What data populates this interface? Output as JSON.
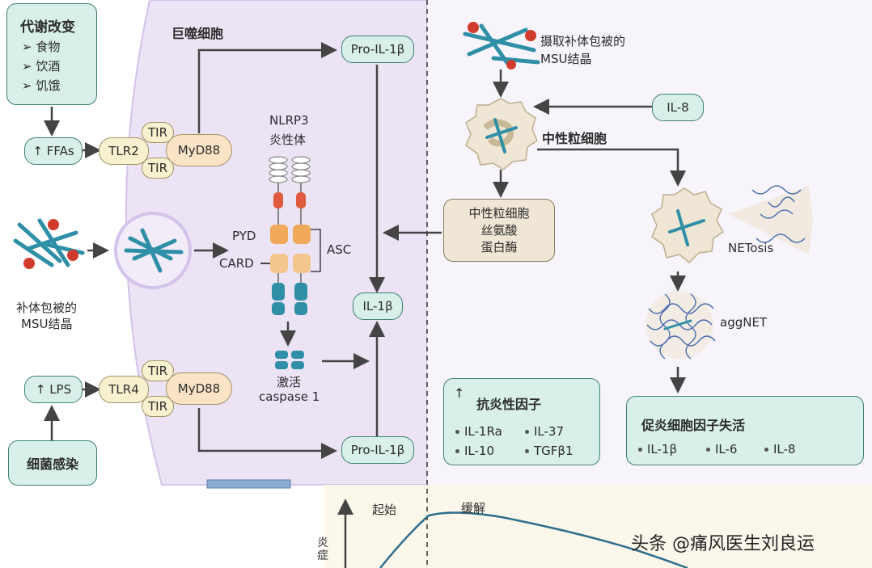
{
  "macrophage_label": "巨噬细胞",
  "metabolic": {
    "title": "代谢改变",
    "items": [
      "食物",
      "饮酒",
      "饥饿"
    ],
    "marker": "➢"
  },
  "ffas": {
    "arrow": "↑",
    "label": "FFAs"
  },
  "lps": {
    "arrow": "↑",
    "label": "LPS"
  },
  "infection": "细菌感染",
  "tlr2": "TLR2",
  "tlr4": "TLR4",
  "tir": "TIR",
  "myd88": "MyD88",
  "pro_il1b": "Pro-IL-1β",
  "il1b": "IL-1β",
  "nlrp3": {
    "line1": "NLRP3",
    "line2": "炎性体"
  },
  "pyd": "PYD",
  "card": "CARD",
  "asc": "ASC",
  "caspase": {
    "line1": "激活",
    "line2": "caspase 1"
  },
  "msu_left": {
    "line1": "补体包被的",
    "line2": "MSU结晶"
  },
  "msu_right": {
    "line1": "摄取补体包被的",
    "line2": "MSU结晶"
  },
  "il8": "IL-8",
  "neutrophil": "中性粒细胞",
  "protease": {
    "line1": "中性粒细胞",
    "line2": "丝氨酸",
    "line3": "蛋白酶"
  },
  "netosis": "NETosis",
  "aggnet": "aggNET",
  "anti": {
    "arrow": "↑",
    "title": "抗炎性因子",
    "items": [
      "IL-1Ra",
      "IL-37",
      "IL-10",
      "TGFβ1"
    ]
  },
  "pro": {
    "title": "促炎细胞因子失活",
    "items": [
      "IL-1β",
      "IL-6",
      "IL-8"
    ]
  },
  "graph": {
    "ylabel": "炎症",
    "onset": "起始",
    "resolve": "缓解"
  },
  "watermark": "头条 @痛风医生刘良运",
  "colors": {
    "cell": "#ece3f5",
    "cell_edge": "#d4c3ea",
    "box": "#d9f0ea",
    "box_edge": "#3f7f77",
    "crystal": "#2e8fa6",
    "red": "#d13b2b",
    "orange": "#f0a85a",
    "tan": "#efe6d5"
  }
}
